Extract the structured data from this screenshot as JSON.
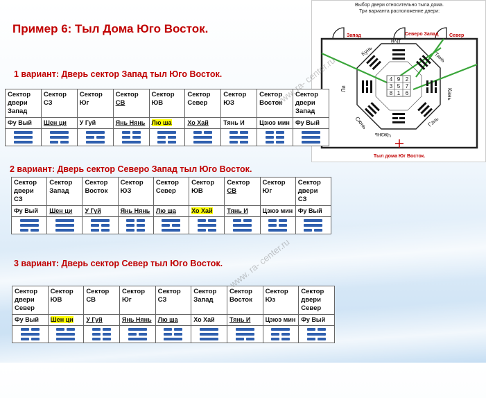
{
  "title": "Пример 6: Тыл Дома Юго Восток.",
  "watermark": "www. ra- center.ru",
  "diagram": {
    "caption_1": "Выбор двери относительно тыла дома.",
    "caption_2": "Три варианта расположение двери:",
    "door_labels": [
      "Запад",
      "Северо Запад",
      "Север"
    ],
    "sector_names": [
      "Кунь",
      "Дуй",
      "Тянь",
      "Кань",
      "Гэнь",
      "Чжэнь",
      "Сюнь",
      "Ли"
    ],
    "grid": [
      "4",
      "9",
      "2",
      "3",
      "5",
      "7",
      "8",
      "1",
      "6"
    ],
    "bottom": "Тыл дома  Юг Восток."
  },
  "variants": [
    {
      "heading": "1 вариант:  Дверь сектор Запад тыл  Юго Восток.",
      "headers": [
        [
          "Сектор",
          "двери",
          "Запад"
        ],
        [
          "Сектор",
          "СЗ"
        ],
        [
          "Сектор",
          "Юг"
        ],
        [
          "Сектор",
          "СВ"
        ],
        [
          "Сектор",
          "ЮВ"
        ],
        [
          "Сектор",
          "Север"
        ],
        [
          "Сектор",
          "ЮЗ"
        ],
        [
          "Сектор",
          "Восток"
        ],
        [
          "Сектор",
          "двери",
          "Запад"
        ]
      ],
      "names": [
        "Фу Вый",
        "Шен ци",
        "У Гуй",
        "Янь Нянь",
        "Лю ша",
        "Хо Хай",
        "Тянь И",
        "Цзюэ мин",
        "Фу Вый"
      ]
    },
    {
      "heading": "2  вариант: Дверь сектор Северо  Запад тыл   Юго Восток.",
      "headers": [
        [
          "Сектор",
          "двери",
          "СЗ"
        ],
        [
          "Сектор",
          "Запад"
        ],
        [
          "Сектор",
          "Восток"
        ],
        [
          "Сектор",
          "ЮЗ"
        ],
        [
          "Сектор",
          "Север"
        ],
        [
          "Сектор",
          "ЮВ"
        ],
        [
          "Сектор",
          "СВ"
        ],
        [
          "Сектор",
          "Юг"
        ],
        [
          "Сектор",
          "двери",
          "СЗ"
        ]
      ],
      "names": [
        "Фу Вый",
        "Шен ци",
        "У Гуй",
        "Янь Нянь",
        "Лю ша",
        "Хо Хай",
        "Тянь И",
        "Цзюэ мин",
        "Фу Вый"
      ]
    },
    {
      "heading": "3 вариант:  Дверь сектор Север тыл  Юго Восток.",
      "headers": [
        [
          "Сектор",
          "двери",
          "Север"
        ],
        [
          "Сектор",
          "ЮВ"
        ],
        [
          "Сектор",
          "СВ"
        ],
        [
          "Сектор",
          "Юг"
        ],
        [
          "Сектор",
          "СЗ"
        ],
        [
          "Сектор",
          "Запад"
        ],
        [
          "Сектор",
          "Восток"
        ],
        [
          "Сектор",
          "Юз"
        ],
        [
          "Сектор",
          "двери",
          "Север"
        ]
      ],
      "names": [
        "Фу Вый",
        "Шен ци",
        "У Гуй",
        "Янь Нянь",
        "Лю ша",
        "Хо Хай",
        "Тянь И",
        "Цзюэ мин",
        "Фу Вый"
      ]
    }
  ],
  "trigrams": [
    [
      "111",
      "110",
      "101",
      "001",
      "100",
      "011",
      "010",
      "000",
      "111"
    ],
    [
      "110",
      "111",
      "100",
      "000",
      "101",
      "010",
      "011",
      "001",
      "110"
    ],
    [
      "010",
      "011",
      "000",
      "101",
      "001",
      "111",
      "110",
      "100",
      "010"
    ]
  ]
}
